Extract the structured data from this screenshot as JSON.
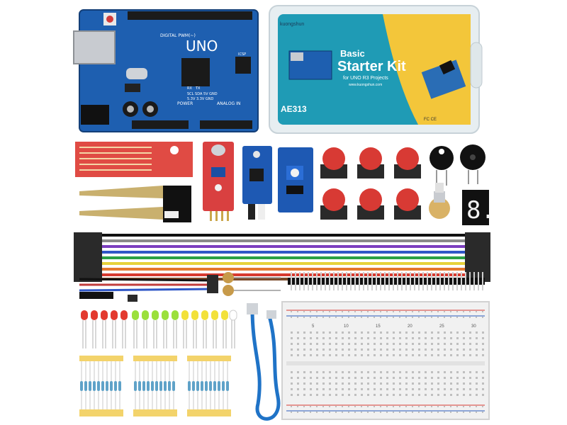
{
  "board": {
    "model_label": "UNO",
    "digital_label": "DIGITAL PWM(~)",
    "power_label": "POWER",
    "analog_label": "ANALOG IN",
    "icsp_label": "ICSP",
    "tx_label": "TX",
    "rx_label": "RX",
    "pin_labels_1": "SCL SDA 5V GND",
    "pin_labels_2": "5.3V 3.3V GND"
  },
  "kit_box": {
    "brand": "kuongshun",
    "title_line1": "Basic",
    "title_line2": "Starter Kit",
    "subtitle": "for UNO R3 Projects",
    "website": "www.kuongshun.com",
    "model_code": "AE313",
    "cert_marks": "FC CE",
    "colors": {
      "teal": "#1f9bb5",
      "yellow": "#f3c63a",
      "frame": "#e7eef1"
    }
  },
  "seven_segment": {
    "digit": "8."
  },
  "resistor_pack_labels": [
    "",
    "",
    ""
  ],
  "breadboard": {
    "column_numbers": [
      "5",
      "10",
      "15",
      "20",
      "25",
      "30"
    ]
  },
  "icons": [
    "arduino-uno-board",
    "starter-kit-box",
    "water-level-sensor",
    "soil-moisture-probes",
    "sound-sensor",
    "ir-obstacle-sensor",
    "ldr-module",
    "red-push-buttons",
    "active-buzzer",
    "passive-buzzer",
    "potentiometer",
    "seven-segment-display",
    "jumper-wires",
    "dupont-wires",
    "ldr-photoresistors",
    "pin-header-strip",
    "red-leds",
    "green-leds",
    "yellow-leds",
    "white-led",
    "usb-cable",
    "breadboard",
    "resistor-strips"
  ]
}
